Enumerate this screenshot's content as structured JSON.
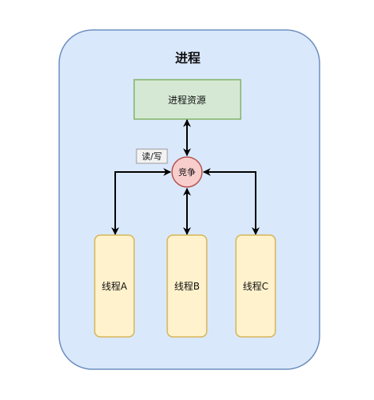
{
  "process": {
    "title": "进程",
    "resource_label": "进程资源",
    "compete_label": "竞争",
    "rw_label": "读/写",
    "threads": [
      {
        "label": "线程A"
      },
      {
        "label": "线程B"
      },
      {
        "label": "线程C"
      }
    ]
  },
  "colors": {
    "process_fill": "#dae8fc",
    "process_stroke": "#6c8ebf",
    "resource_fill": "#d5e8d4",
    "resource_stroke": "#82b366",
    "compete_fill": "#f8cecc",
    "compete_stroke": "#b85450",
    "thread_fill": "#fff2cc",
    "thread_stroke": "#d6b656",
    "arrow": "#000000"
  }
}
